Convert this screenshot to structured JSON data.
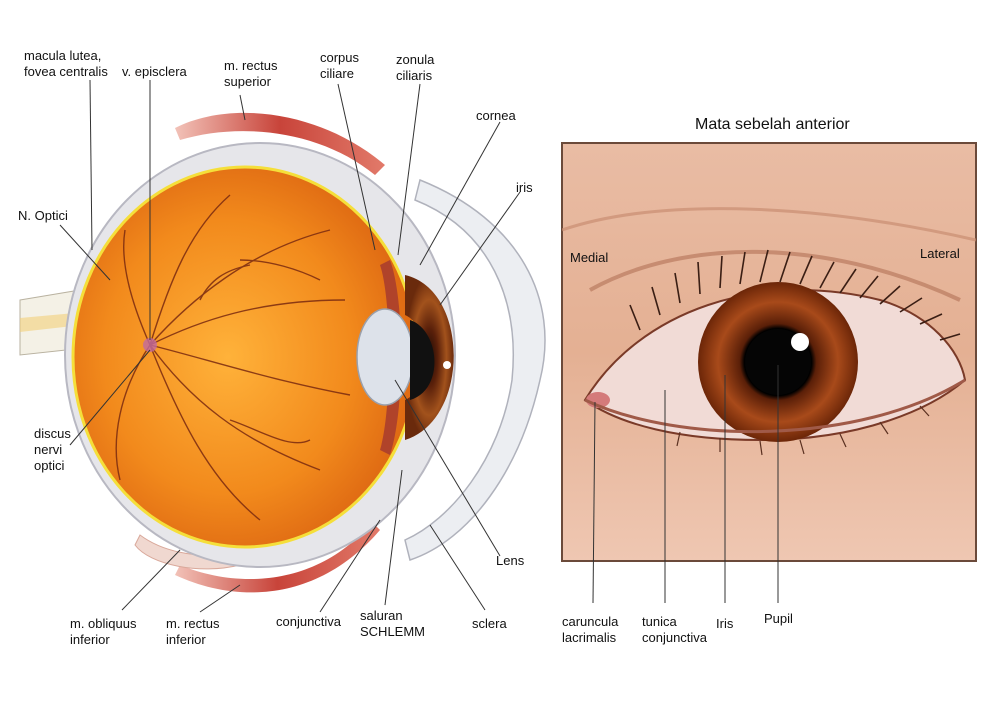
{
  "right_panel": {
    "title": "Mata sebelah anterior"
  },
  "labels": {
    "macula": "macula lutea,\nfovea centralis",
    "episclera": "v. episclera",
    "rectus_superior": "m. rectus\nsuperior",
    "corpus_ciliare": "corpus\nciliare",
    "zonula_ciliaris": "zonula\nciliaris",
    "cornea": "cornea",
    "iris_left": "iris",
    "n_optici": "N. Optici",
    "discus": "discus\nnervi\noptici",
    "lens": "Lens",
    "obliquus_inferior": "m. obliquus\ninferior",
    "rectus_inferior": "m. rectus\ninferior",
    "conjunctiva": "conjunctiva",
    "saluran": "saluran\nSCHLEMM",
    "sclera": "sclera",
    "medial": "Medial",
    "lateral": "Lateral",
    "caruncula": "caruncula\nlacrimalis",
    "tunica": "tunica\nconjunctiva",
    "iris_right": "Iris",
    "pupil": "Pupil"
  },
  "colors": {
    "retina_orange": "#f08a1e",
    "sclera_gray": "#e6e6ea",
    "muscle_red": "#c8443a",
    "iris_brown": "#8a3a14",
    "skin": "#e7b79d"
  }
}
